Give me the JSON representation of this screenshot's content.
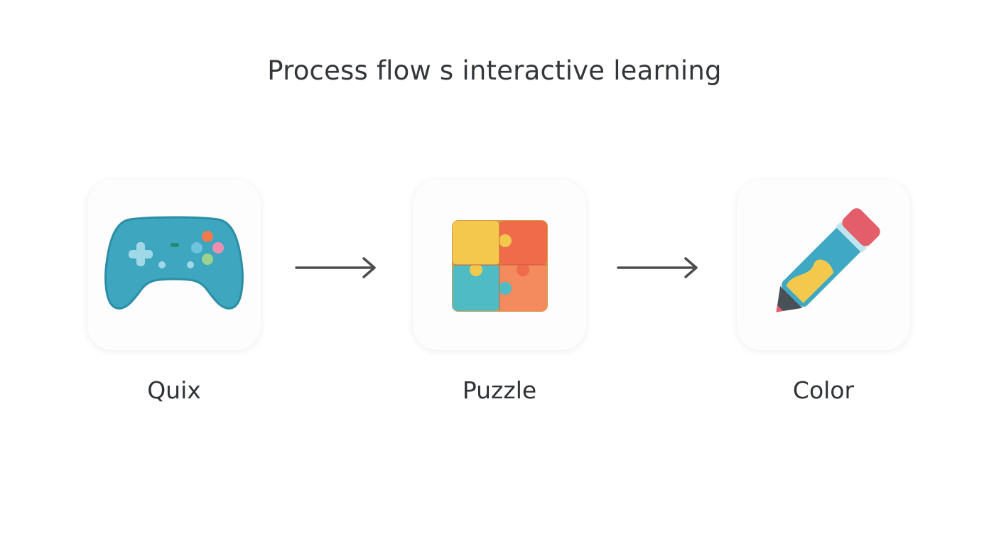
{
  "title": "Process flow s interactive learning",
  "steps": [
    {
      "label": "Quix",
      "icon": "game-controller-icon"
    },
    {
      "label": "Puzzle",
      "icon": "puzzle-pieces-icon"
    },
    {
      "label": "Color",
      "icon": "crayon-icon"
    }
  ],
  "connectors": [
    "arrow-right-icon",
    "arrow-right-icon"
  ],
  "colors": {
    "controller": "#3ea6bf",
    "puzzle_yellow": "#f2c94c",
    "puzzle_red": "#ef6b4a",
    "puzzle_teal": "#4fbcc3",
    "puzzle_orange": "#f38b5e",
    "crayon_body": "#3fa8c2",
    "crayon_cap": "#e35d6a",
    "crayon_tip": "#4a5058",
    "arrow": "#4a4d50"
  }
}
